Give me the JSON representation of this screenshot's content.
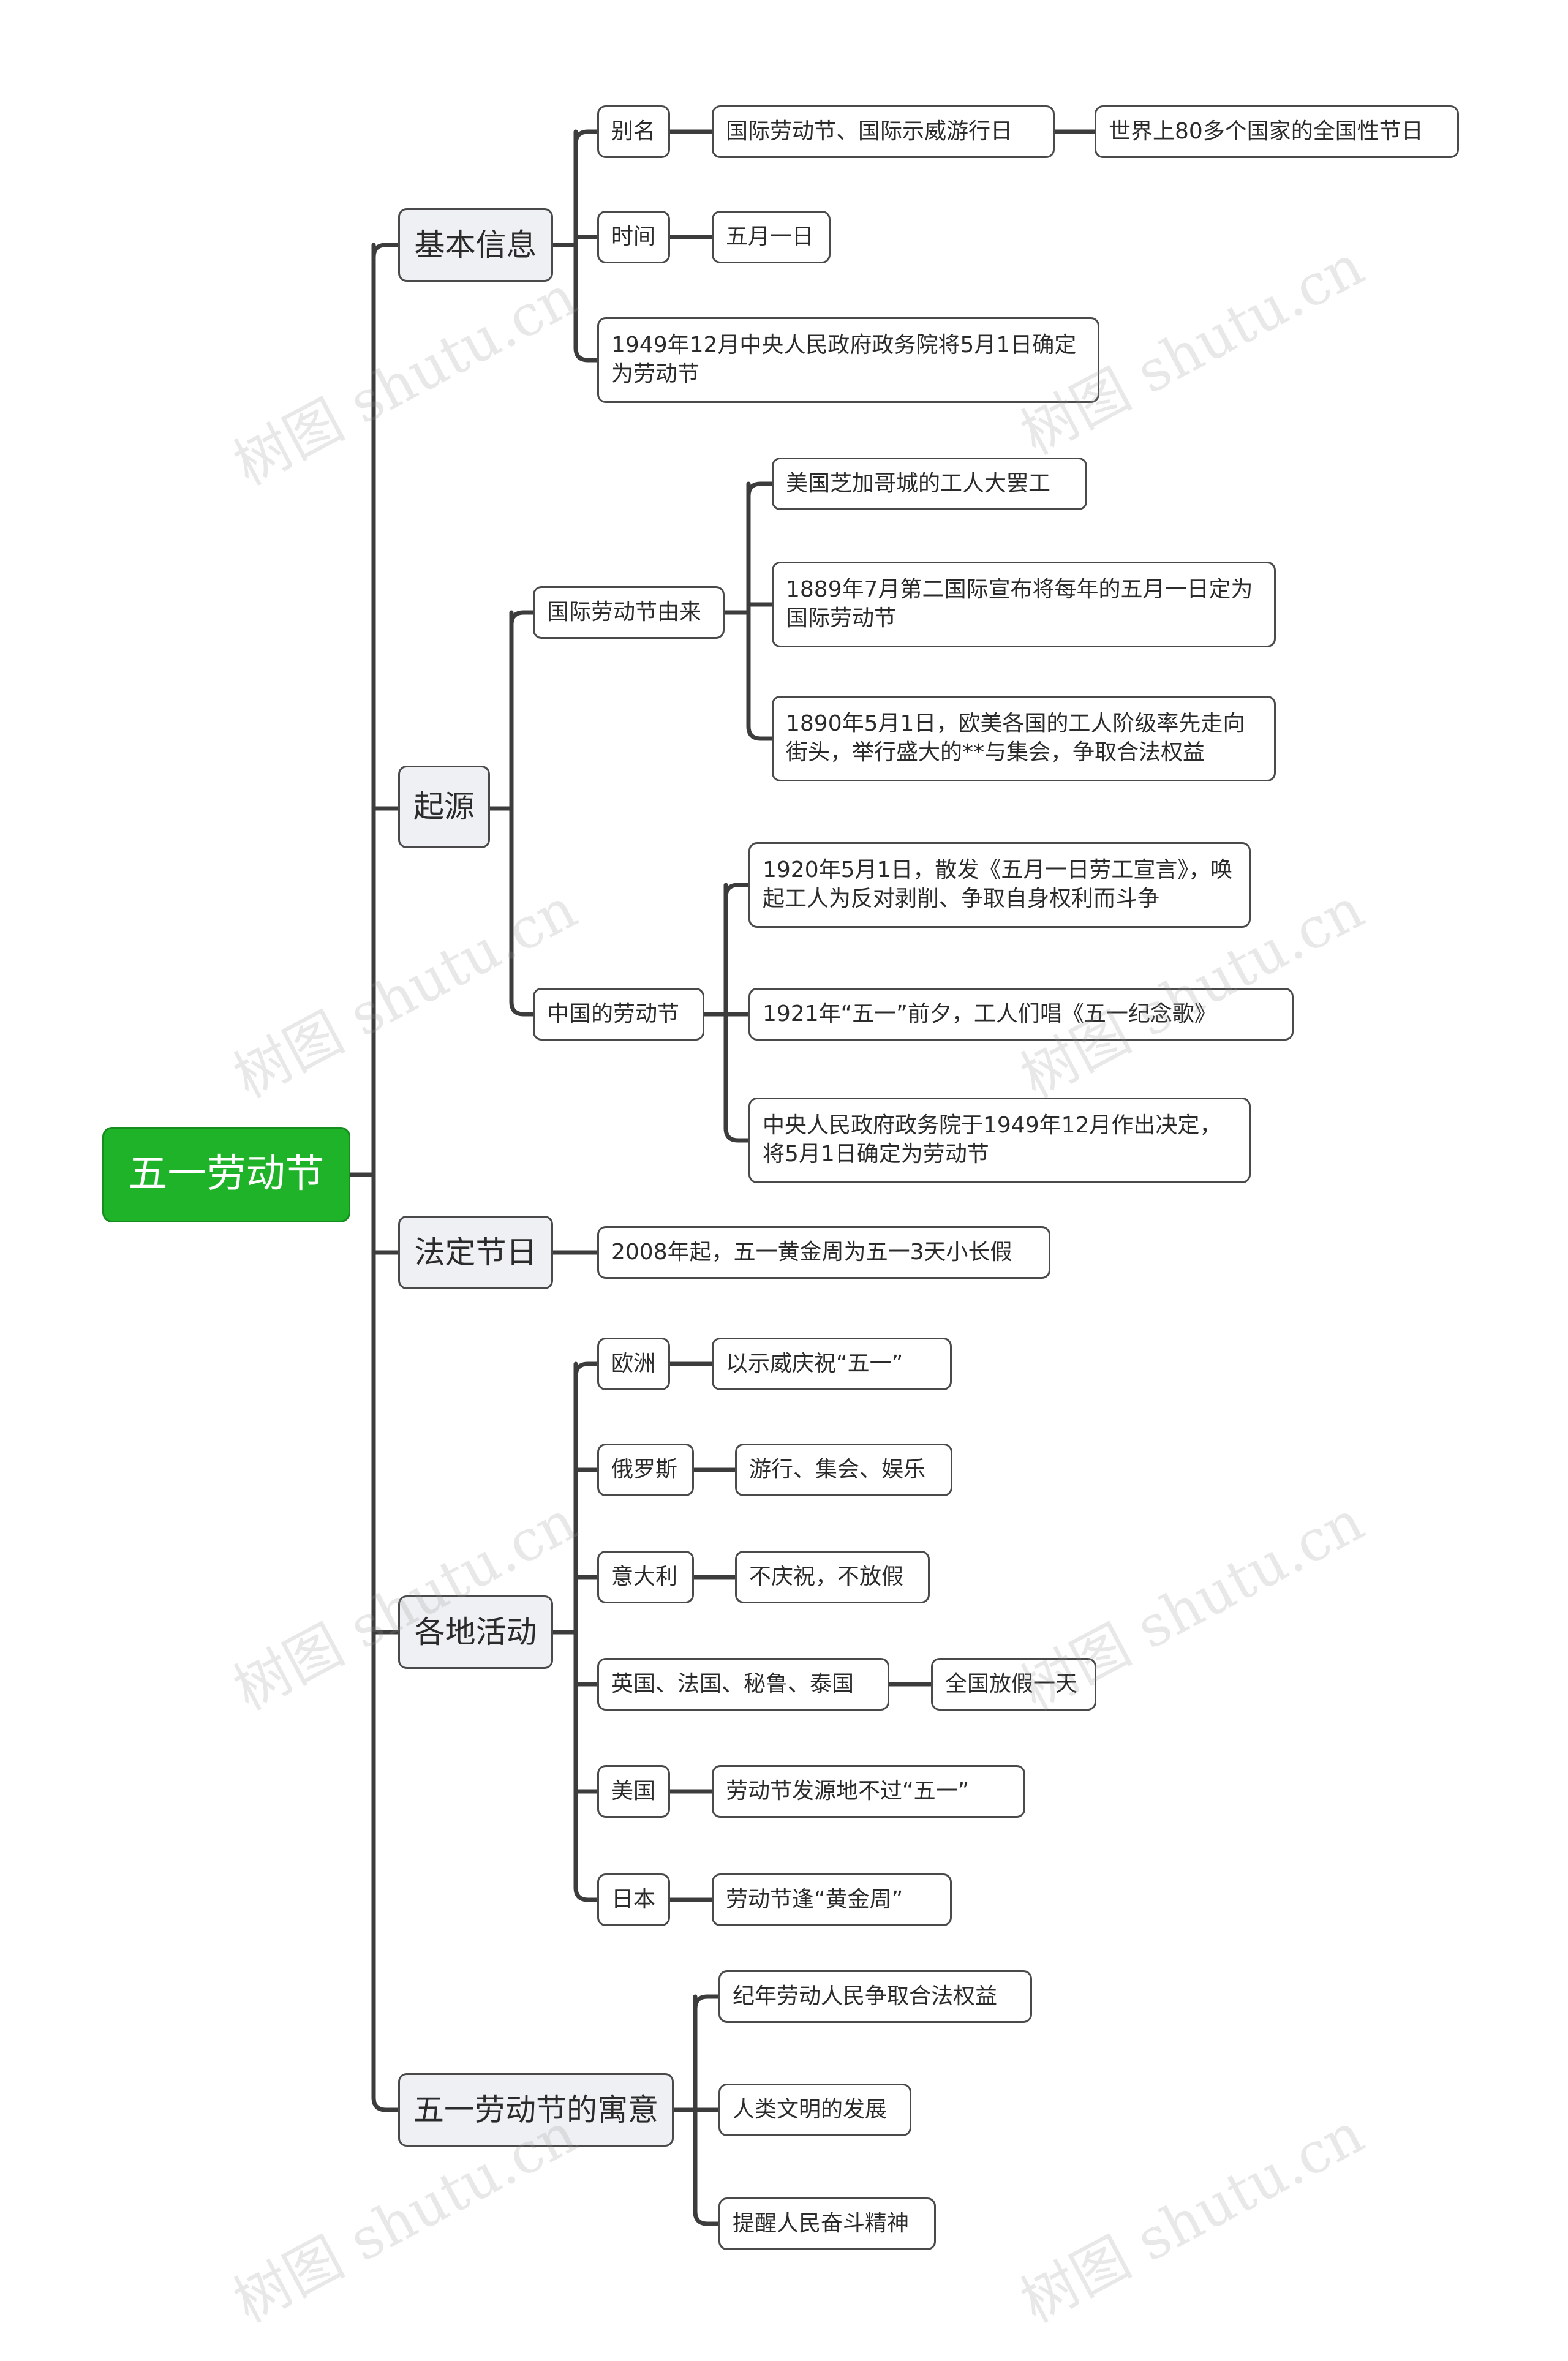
{
  "root": {
    "label": "五一劳动节"
  },
  "watermark": "树图 shutu.cn",
  "branches": [
    {
      "label": "基本信息",
      "children": [
        {
          "label": "别名",
          "children": [
            {
              "label": "国际劳动节、国际示威游行日",
              "children": [
                {
                  "label": "世界上80多个国家的全国性节日"
                }
              ]
            }
          ]
        },
        {
          "label": "时间",
          "children": [
            {
              "label": "五月一日"
            }
          ]
        },
        {
          "label": "1949年12月中央人民政府政务院将5月1日确定为劳动节"
        }
      ]
    },
    {
      "label": "起源",
      "children": [
        {
          "label": "国际劳动节由来",
          "children": [
            {
              "label": "美国芝加哥城的工人大罢工"
            },
            {
              "label": "1889年7月第二国际宣布将每年的五月一日定为国际劳动节"
            },
            {
              "label": "1890年5月1日，欧美各国的工人阶级率先走向街头，举行盛大的**与集会，争取合法权益"
            }
          ]
        },
        {
          "label": "中国的劳动节",
          "children": [
            {
              "label": "1920年5月1日，散发《五月一日劳工宣言》，唤起工人为反对剥削、争取自身权利而斗争"
            },
            {
              "label": "1921年“五一”前夕，工人们唱《五一纪念歌》"
            },
            {
              "label": "中央人民政府政务院于1949年12月作出决定，将5月1日确定为劳动节"
            }
          ]
        }
      ]
    },
    {
      "label": "法定节日",
      "children": [
        {
          "label": "2008年起，五一黄金周为五一3天小长假"
        }
      ]
    },
    {
      "label": "各地活动",
      "children": [
        {
          "label": "欧洲",
          "children": [
            {
              "label": "以示威庆祝“五一”"
            }
          ]
        },
        {
          "label": "俄罗斯",
          "children": [
            {
              "label": "游行、集会、娱乐"
            }
          ]
        },
        {
          "label": "意大利",
          "children": [
            {
              "label": "不庆祝，不放假"
            }
          ]
        },
        {
          "label": "英国、法国、秘鲁、泰国",
          "children": [
            {
              "label": "全国放假一天"
            }
          ]
        },
        {
          "label": "美国",
          "children": [
            {
              "label": "劳动节发源地不过“五一”"
            }
          ]
        },
        {
          "label": "日本",
          "children": [
            {
              "label": "劳动节逢“黄金周”"
            }
          ]
        }
      ]
    },
    {
      "label": "五一劳动节的寓意",
      "children": [
        {
          "label": "纪年劳动人民争取合法权益"
        },
        {
          "label": "人类文明的发展"
        },
        {
          "label": "提醒人民奋斗精神"
        }
      ]
    }
  ]
}
